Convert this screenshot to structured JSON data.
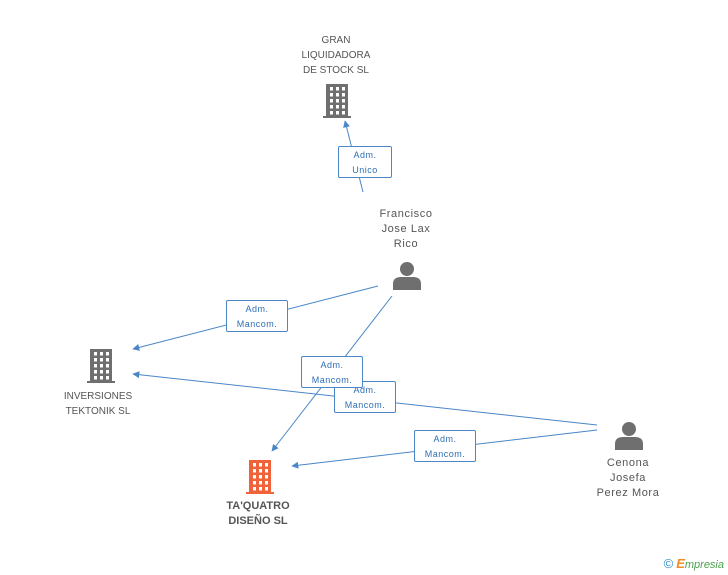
{
  "nodes": {
    "gran_liquidadora": {
      "label": "GRAN\nLIQUIDADORA\nDE STOCK SL",
      "type": "company",
      "color": "#6f6f6f"
    },
    "francisco": {
      "label": "Francisco\nJose Lax\nRico",
      "type": "person",
      "color": "#6f6f6f"
    },
    "inversiones": {
      "label": "INVERSIONES\nTEKTONIK SL",
      "type": "company",
      "color": "#6f6f6f"
    },
    "taquatro": {
      "label": "TA'QUATRO\nDISEÑO SL",
      "type": "company-focus",
      "color": "#f0623a"
    },
    "cenona": {
      "label": "Cenona\nJosefa\nPerez Mora",
      "type": "person",
      "color": "#6f6f6f"
    }
  },
  "edges": [
    {
      "from": "francisco",
      "to": "gran_liquidadora",
      "label": "Adm.\nUnico"
    },
    {
      "from": "francisco",
      "to": "inversiones",
      "label": "Adm.\nMancom."
    },
    {
      "from": "francisco",
      "to": "taquatro",
      "label": "Adm.\nMancom."
    },
    {
      "from": "cenona",
      "to": "inversiones",
      "label": "Adm.\nMancom."
    },
    {
      "from": "cenona",
      "to": "taquatro",
      "label": "Adm.\nMancom."
    }
  ],
  "edge_color": "#4a86c8",
  "credit": {
    "copyright": "©",
    "brand_initial": "E",
    "brand_rest": "mpresia"
  }
}
